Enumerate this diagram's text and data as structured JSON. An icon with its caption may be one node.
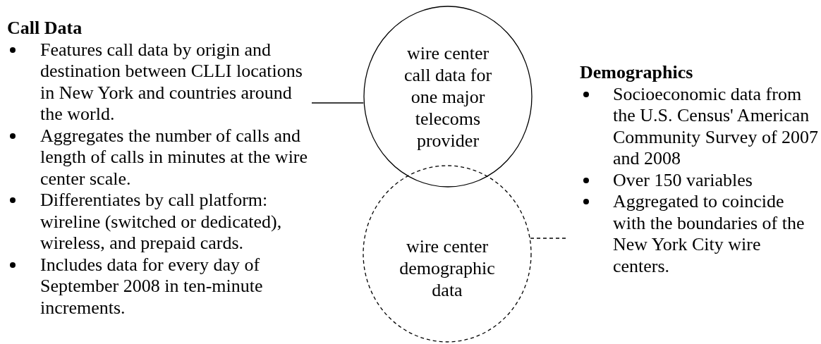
{
  "diagram": {
    "nodes": [
      {
        "text": [
          "wire center call data for one major telecoms provider"
        ]
      },
      {
        "text": [
          "wire center demographic data"
        ]
      },
      {
        "text": [
          "Call Data",
          "Features call data by origin and destination between CLLI locations in New York and countries around the world.",
          "Aggregates the number of calls and length of calls in minutes at the wire center scale.",
          "Differentiates by call platform: wireline (switched or dedicated), wireless, and prepaid cards.",
          "Includes data for every day of September 2008 in ten-minute increments."
        ]
      },
      {
        "text": [
          "Demographics",
          "Socioeconomic data from the U.S. Census' American Community Survey of 2007 and 2008",
          "Over 150 variables",
          "Aggregated to coincide with the boundaries of the New York City wire centers."
        ]
      }
    ],
    "edges": [
      {
        "from": 2,
        "to": 0,
        "arrow": "none"
      },
      {
        "from": 3,
        "to": 1,
        "arrow": "none",
        "style": "dashed"
      }
    ]
  }
}
